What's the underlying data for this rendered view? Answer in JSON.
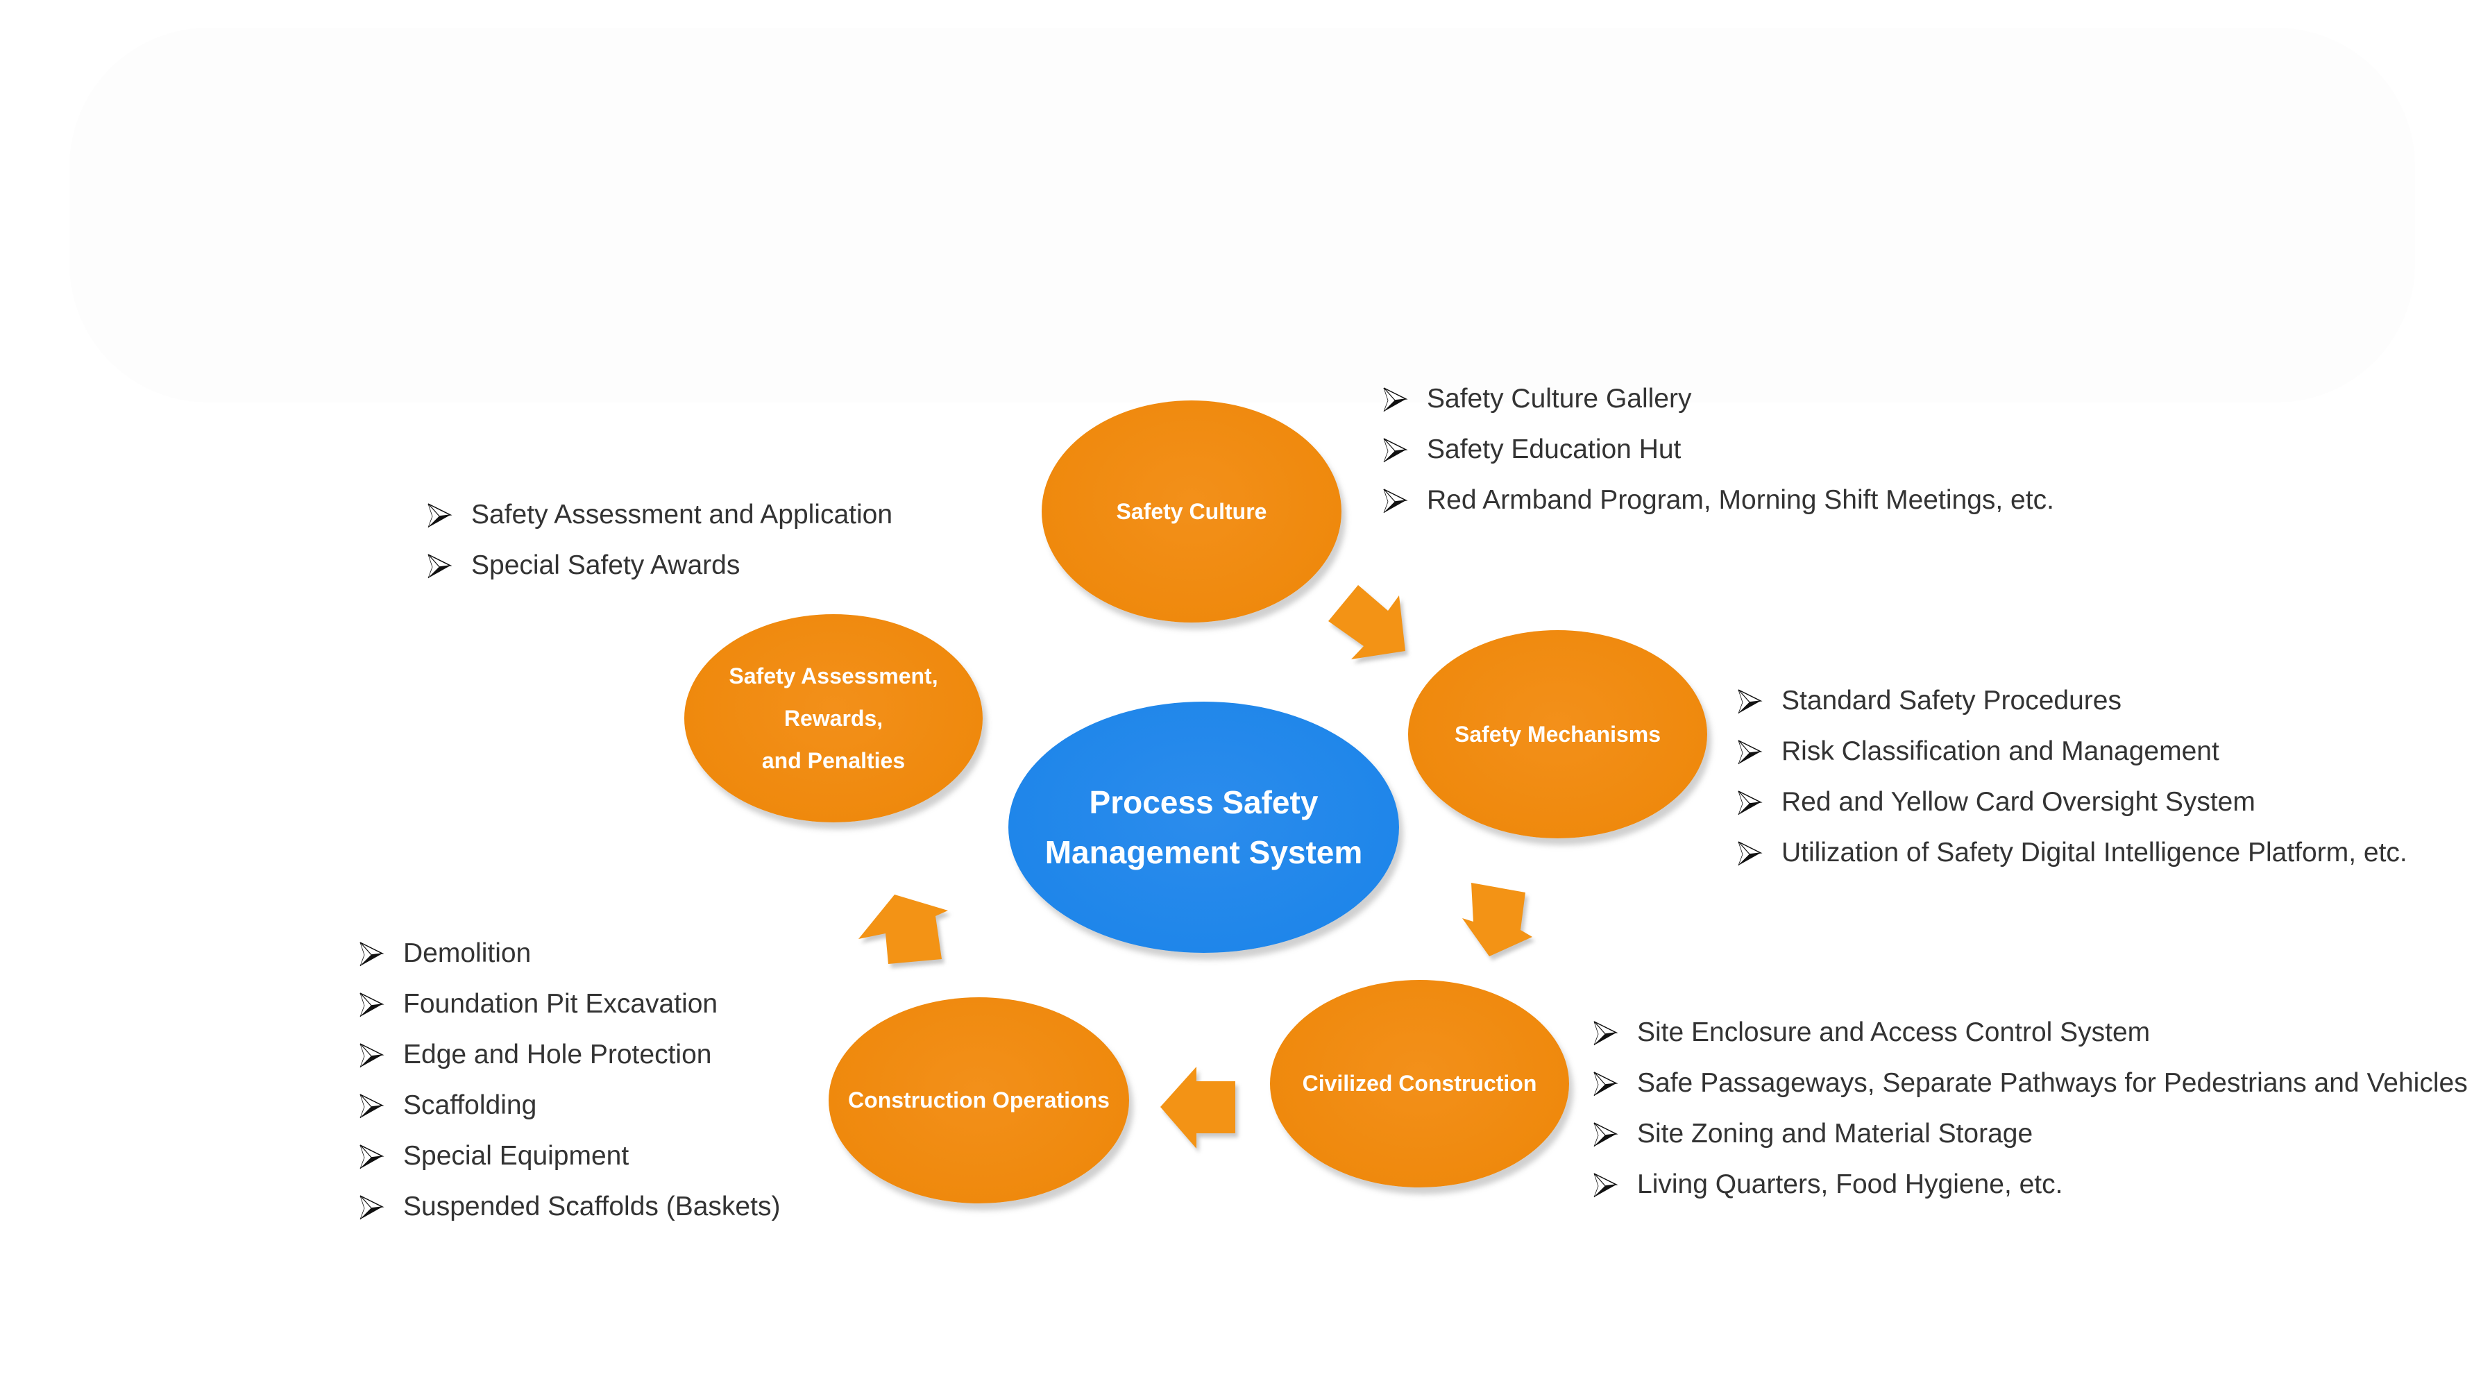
{
  "diagram": {
    "title": "Process Safety Management System",
    "colors": {
      "center": "#1f86ea",
      "node": "#ef890d",
      "arrow": "#f39315",
      "text": "#333333",
      "node_text": "#ffffff"
    },
    "center": {
      "label": "Process Safety\nManagement System"
    },
    "nodes": [
      {
        "id": "safety-culture",
        "label": "Safety Culture",
        "items": [
          "Safety Culture Gallery",
          "Safety Education Hut",
          "Red Armband Program, Morning Shift Meetings, etc."
        ]
      },
      {
        "id": "safety-mechanisms",
        "label": "Safety Mechanisms",
        "items": [
          "Standard Safety Procedures",
          "Risk Classification and Management",
          "Red and Yellow Card Oversight System",
          "Utilization of Safety Digital Intelligence Platform, etc."
        ]
      },
      {
        "id": "civilized-construction",
        "label": "Civilized Construction",
        "items": [
          "Site Enclosure and Access Control System",
          "Safe Passageways, Separate Pathways for Pedestrians and Vehicles",
          "Site Zoning and Material Storage",
          "Living Quarters, Food Hygiene, etc."
        ]
      },
      {
        "id": "construction-operations",
        "label": "Construction Operations",
        "items": [
          "Demolition",
          "Foundation Pit Excavation",
          "Edge and Hole Protection",
          "Scaffolding",
          "Special Equipment",
          "Suspended Scaffolds (Baskets)"
        ]
      },
      {
        "id": "safety-assessment",
        "label": "Safety Assessment,\nRewards,\n and Penalties",
        "items": [
          "Safety Assessment and Application",
          "Special Safety Awards"
        ]
      }
    ],
    "flow": [
      {
        "from": "safety-culture",
        "to": "safety-mechanisms",
        "icon": "arrow-down-right-icon"
      },
      {
        "from": "safety-mechanisms",
        "to": "civilized-construction",
        "icon": "arrow-down-icon"
      },
      {
        "from": "civilized-construction",
        "to": "construction-operations",
        "icon": "arrow-left-icon"
      },
      {
        "from": "construction-operations",
        "to": "safety-assessment",
        "icon": "arrow-up-icon"
      }
    ],
    "bullet_icon": "arrowhead-bullet-icon"
  }
}
